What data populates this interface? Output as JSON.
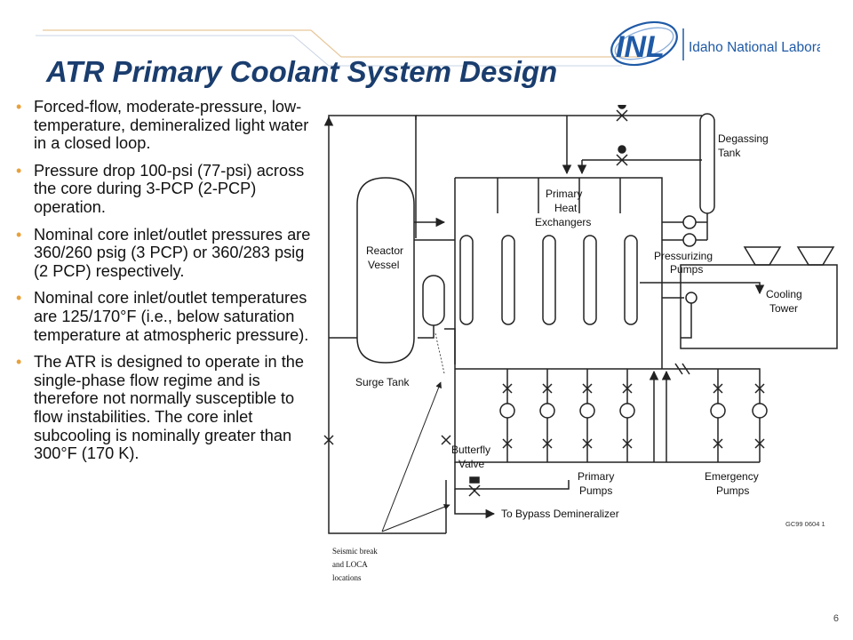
{
  "header": {
    "title": "ATR Primary Coolant System Design",
    "logo_mark": "INL",
    "logo_text": "Idaho National Laboratory"
  },
  "bullets": [
    "Forced-flow, moderate-pressure, low-temperature, demineralized light water in a closed loop.",
    "Pressure drop 100-psi (77-psi) across the core during 3-PCP (2-PCP) operation.",
    "Nominal core inlet/outlet pressures are 360/260 psig (3 PCP) or 360/283 psig (2 PCP) respectively.",
    "Nominal core inlet/outlet temperatures are 125/170°F (i.e., below saturation temperature at atmospheric pressure).",
    "The ATR is designed to operate in the single-phase flow regime and is therefore not normally susceptible to flow instabilities. The core inlet subcooling is nominally greater than 300°F (170 K)."
  ],
  "diagram": {
    "labels": {
      "degassing_1": "Degassing",
      "degassing_2": "Tank",
      "primary_hx_1": "Primary",
      "primary_hx_2": "Heat",
      "primary_hx_3": "Exchangers",
      "reactor_1": "Reactor",
      "reactor_2": "Vessel",
      "pressurizing_1": "Pressurizing",
      "pressurizing_2": "Pumps",
      "cooling_1": "Cooling",
      "cooling_2": "Tower",
      "surge_tank": "Surge Tank",
      "butterfly_1": "Butterfly",
      "butterfly_2": "Valve",
      "primary_pumps_1": "Primary",
      "primary_pumps_2": "Pumps",
      "emergency_pumps_1": "Emergency",
      "emergency_pumps_2": "Pumps",
      "bypass": "To Bypass Demineralizer",
      "figure_code": "GC99 0604 1",
      "seismic_1": "Seismic break",
      "seismic_2": "and LOCA",
      "seismic_3": "locations"
    }
  },
  "footer": {
    "page_number": "6"
  },
  "colors": {
    "title": "#1a3d6e",
    "bullet": "#e8a13a",
    "logo_blue": "#1f5aa6"
  }
}
